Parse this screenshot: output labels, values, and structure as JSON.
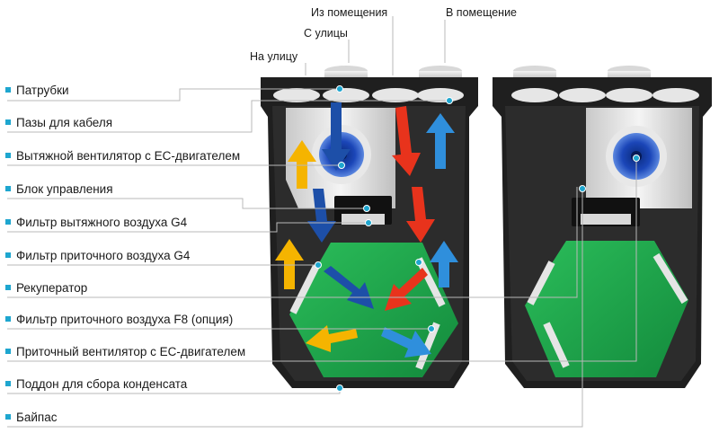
{
  "top_labels": {
    "from_room": "Из помещения",
    "to_room": "В помещение",
    "from_street": "С улицы",
    "to_street": "На улицу"
  },
  "labels": [
    "Патрубки",
    "Пазы для кабеля",
    "Вытяжной вентилятор с EC-двигателем",
    "Блок управления",
    "Фильтр вытяжного воздуха G4",
    "Фильтр приточного воздуха G4",
    "Рекуператор",
    "Фильтр приточного воздуха F8 (опция)",
    "Приточный вентилятор с EC-двигателем",
    "Поддон для сбора конденсата",
    "Байпас"
  ],
  "colors": {
    "accent": "#1ea6cf",
    "housing": "#1f1f1f",
    "recuperator": "#1fa04a",
    "arrow_hot": "#e8331c",
    "arrow_cold": "#2f8fdc",
    "arrow_warm": "#f5b400",
    "arrow_dark": "#1d4fa8"
  }
}
